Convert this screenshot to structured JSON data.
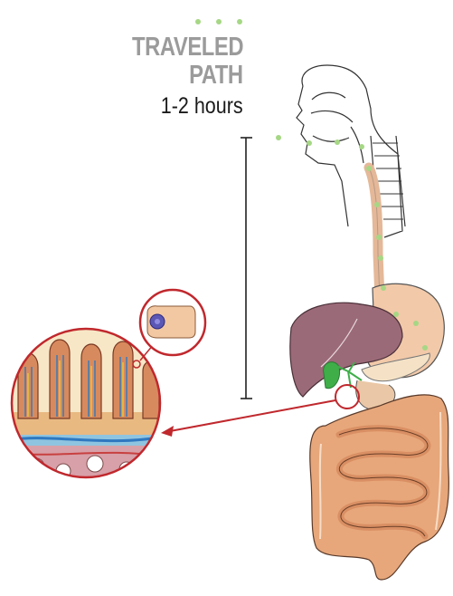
{
  "title": {
    "line1": "TRAVELED",
    "line2": "PATH"
  },
  "duration": "1-2 hours",
  "colors": {
    "title_gray": "#9b9b9b",
    "path_dot_green": "#a6d785",
    "highlight_red": "#c0282d",
    "liver": "#9b6a78",
    "stomach": "#f0c8a8",
    "intestine": "#e8a878",
    "gallbladder": "#3fae49",
    "outline": "#333333"
  },
  "icons": {
    "head": "head-crosssection-icon",
    "stomach": "stomach-icon",
    "liver": "liver-icon",
    "intestine": "small-intestine-icon",
    "villi": "intestinal-villi-icon",
    "cell": "enterocyte-cell-icon"
  }
}
